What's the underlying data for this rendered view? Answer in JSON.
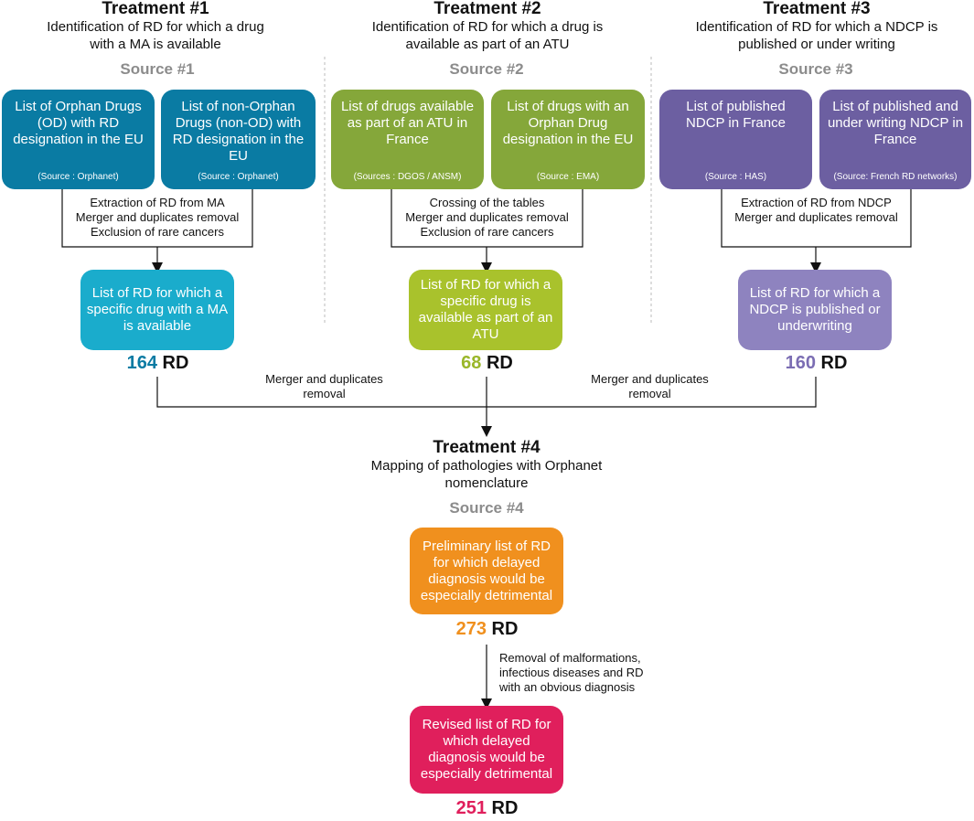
{
  "colors": {
    "blue_dark": "#0a7ba3",
    "blue_light": "#1aaccc",
    "green_dark": "#85a73a",
    "green_light": "#a9c22c",
    "purple_dark": "#6c5fa1",
    "purple_light": "#8e83bf",
    "orange": "#f0901e",
    "pink": "#e01f5c",
    "source_gray": "#8c8c8c"
  },
  "treatments": [
    {
      "title": "Treatment #1",
      "subtitle": "Identification of RD for which a drug with a MA is available"
    },
    {
      "title": "Treatment #2",
      "subtitle": "Identification of RD for which a drug is available as part of an ATU"
    },
    {
      "title": "Treatment #3",
      "subtitle": "Identification of RD for which a NDCP is published or under writing"
    },
    {
      "title": "Treatment #4",
      "subtitle": "Mapping of pathologies with Orphanet nomenclature"
    }
  ],
  "sources": [
    "Source #1",
    "Source #2",
    "Source #3",
    "Source #4"
  ],
  "input_boxes": [
    {
      "text": "List of Orphan Drugs (OD) with RD designation in the EU",
      "source": "(Source : Orphanet)"
    },
    {
      "text": "List of non-Orphan Drugs (non-OD) with RD designation in the EU",
      "source": "(Source : Orphanet)"
    },
    {
      "text": "List of drugs available as part of an ATU in France",
      "source": "(Sources : DGOS / ANSM)"
    },
    {
      "text": "List of drugs with an Orphan Drug designation in the EU",
      "source": "(Source : EMA)"
    },
    {
      "text": "List of published NDCP in France",
      "source": "(Source : HAS)"
    },
    {
      "text": "List of published and under writing NDCP in France",
      "source": "(Source: French RD networks)"
    }
  ],
  "process_notes": [
    "Extraction of RD from MA\nMerger and duplicates removal\nExclusion of rare cancers",
    "Crossing of the tables\nMerger and duplicates removal\nExclusion of rare cancers",
    "Extraction of RD from NDCP\nMerger and duplicates removal"
  ],
  "result_boxes": [
    {
      "text": "List of RD for which a specific drug with a MA is available",
      "count": "164",
      "unit": "RD"
    },
    {
      "text": "List of RD for which a specific drug is available as part of an ATU",
      "count": "68",
      "unit": "RD"
    },
    {
      "text": "List of RD for which a NDCP is published or underwriting",
      "count": "160",
      "unit": "RD"
    }
  ],
  "merge_notes": [
    "Merger and duplicates removal",
    "Merger and duplicates removal"
  ],
  "preliminary": {
    "text": "Preliminary list of RD for which delayed diagnosis would be especially detrimental",
    "count": "273",
    "unit": "RD"
  },
  "removal_note": "Removal of malformations, infectious diseases and RD with an obvious diagnosis",
  "revised": {
    "text": "Revised list of RD for which delayed diagnosis would be especially detrimental",
    "count": "251",
    "unit": "RD"
  }
}
